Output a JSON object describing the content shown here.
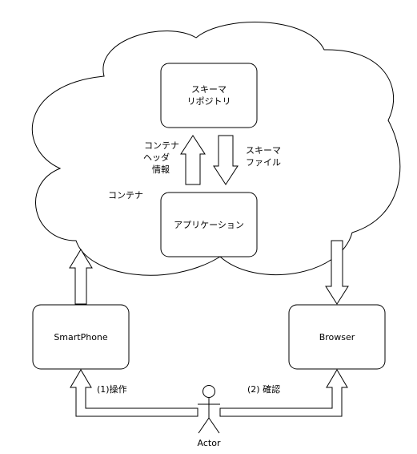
{
  "diagram": {
    "cloud_label": "コンテナ",
    "schema_repo": {
      "line1": "スキーマ",
      "line2": "リポジトリ"
    },
    "application": "アプリケーション",
    "up_arrow_label": {
      "line1": "コンテナ",
      "line2": "ヘッダ",
      "line3": "情報"
    },
    "down_arrow_label": {
      "line1": "スキーマ",
      "line2": "ファイル"
    },
    "smartphone": "SmartPhone",
    "browser": "Browser",
    "actor": "Actor",
    "left_flow_label": "(1)操作",
    "right_flow_label": "(2) 確認"
  }
}
